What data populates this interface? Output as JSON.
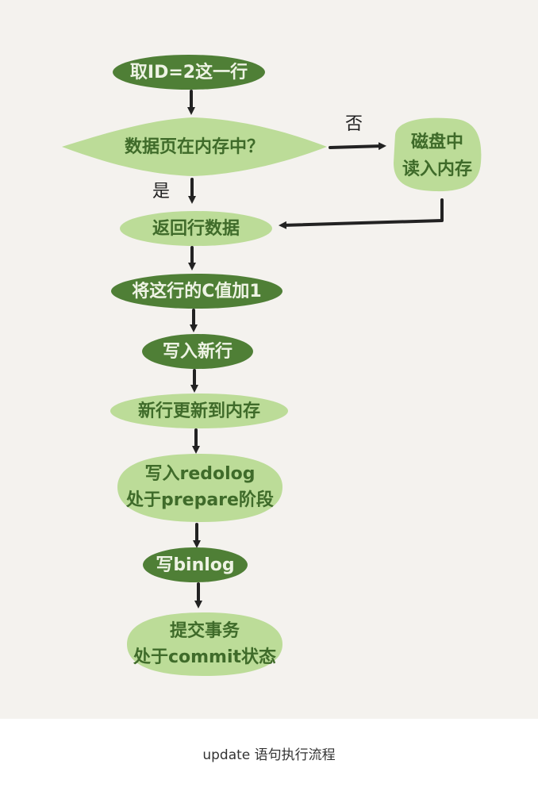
{
  "diagram": {
    "nodes": {
      "fetch_row": "取ID=2这一行",
      "in_memory_question": "数据页在内存中？",
      "disk_read_line1": "磁盘中",
      "disk_read_line2": "读入内存",
      "return_row": "返回行数据",
      "add_one": "将这行的C值加1",
      "write_new_row": "写入新行",
      "update_memory": "新行更新到内存",
      "redo_prepare_line1": "写入redolog",
      "redo_prepare_line2": "处于prepare阶段",
      "write_binlog": "写binlog",
      "commit_line1": "提交事务",
      "commit_line2": "处于commit状态"
    },
    "labels": {
      "no": "否",
      "yes": "是"
    },
    "colors": {
      "dark_green": "#4f7f36",
      "light_green": "#bcdc98",
      "dark_text": "#eef3e4",
      "light_text": "#3f6b2a",
      "arrow": "#222222",
      "background": "#f4f2ee"
    }
  },
  "caption": "update 语句执行流程"
}
